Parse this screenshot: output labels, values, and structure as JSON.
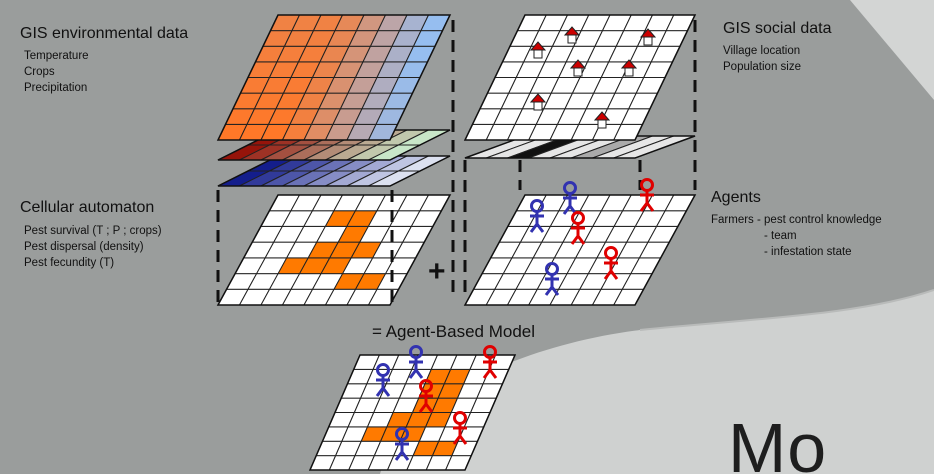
{
  "left_top": {
    "title": "GIS environmental data",
    "items": [
      "Temperature",
      "Crops",
      "Precipitation"
    ]
  },
  "right_top": {
    "title": "GIS social data",
    "items": [
      "Village location",
      "Population size"
    ]
  },
  "left_bottom": {
    "title": "Cellular automaton",
    "items": [
      "Pest survival (T ; P ; crops)",
      "Pest dispersal (density)",
      "Pest fecundity (T)"
    ]
  },
  "right_bottom": {
    "title": "Agents",
    "items": [
      "Farmers - pest control knowledge",
      "- team",
      "- infestation state"
    ]
  },
  "plus_sign": "+",
  "result_label": "= Agent-Based Model",
  "slide_title_fragment": "Mo",
  "colors": {
    "background": "#9a9d9c",
    "slide_panel": "#cfd1d0",
    "pest": "#ff7a00",
    "farmer_blue": "#3232b0",
    "farmer_red": "#e00000",
    "house_roof": "#cc0000"
  },
  "icons": [
    "house-icon",
    "farmer-icon"
  ]
}
